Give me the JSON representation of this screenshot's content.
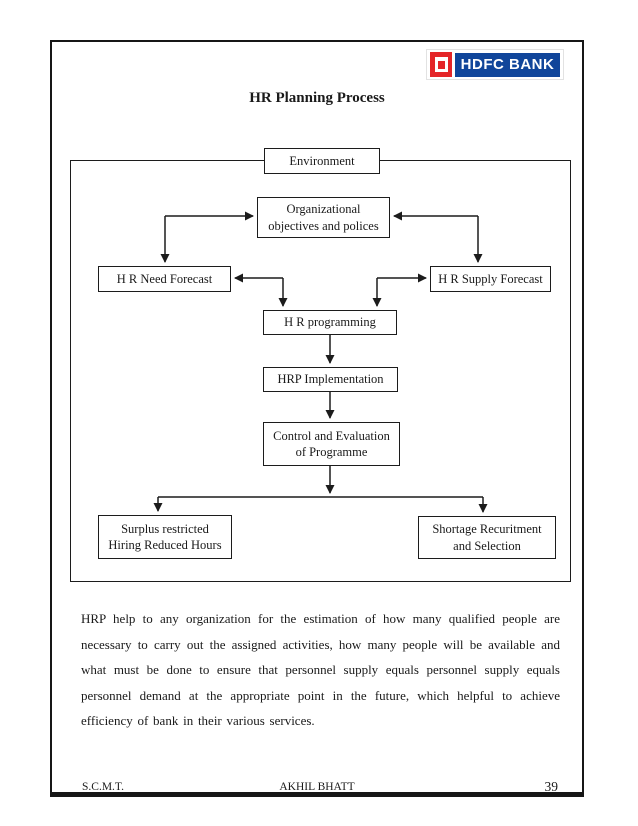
{
  "document": {
    "title": "HR Planning Process",
    "paragraph": "HRP help to any organization for the estimation of how many qualified people are necessary to carry out the assigned activities, how many people will be available and what must be done to ensure that personnel supply equals personnel supply equals personnel demand at the appropriate point in the future, which helpful to achieve efficiency of bank in their various services."
  },
  "logo": {
    "text": "HDFC BANK",
    "red": "#e42528",
    "blue": "#10459a"
  },
  "flowchart": {
    "nodes": {
      "environment": {
        "label": "Environment"
      },
      "objectives": {
        "line1": "Organizational",
        "line2": "objectives and polices"
      },
      "need": {
        "label": "H R Need Forecast"
      },
      "supply": {
        "label": "H R Supply Forecast"
      },
      "programming": {
        "label": "H R programming"
      },
      "implementation": {
        "label": "HRP Implementation"
      },
      "control": {
        "line1": "Control and Evaluation",
        "line2": "of Programme"
      },
      "surplus": {
        "line1": "Surplus restricted",
        "line2": "Hiring Reduced Hours"
      },
      "shortage": {
        "line1": "Shortage Recuritment",
        "line2": "and Selection"
      }
    },
    "edges": [
      {
        "from": "objectives",
        "to": "need",
        "arrows": "both"
      },
      {
        "from": "objectives",
        "to": "supply",
        "arrows": "both"
      },
      {
        "from": "need",
        "to": "programming",
        "arrows": "both"
      },
      {
        "from": "supply",
        "to": "programming",
        "arrows": "both"
      },
      {
        "from": "programming",
        "to": "implementation",
        "arrows": "end"
      },
      {
        "from": "implementation",
        "to": "control",
        "arrows": "end"
      },
      {
        "from": "control",
        "to": "surplus",
        "arrows": "end"
      },
      {
        "from": "control",
        "to": "shortage",
        "arrows": "end"
      }
    ],
    "line_color": "#1c1c1c"
  },
  "footer": {
    "left": "S.C.M.T.",
    "center": "AKHIL BHATT",
    "page_number": "39"
  }
}
